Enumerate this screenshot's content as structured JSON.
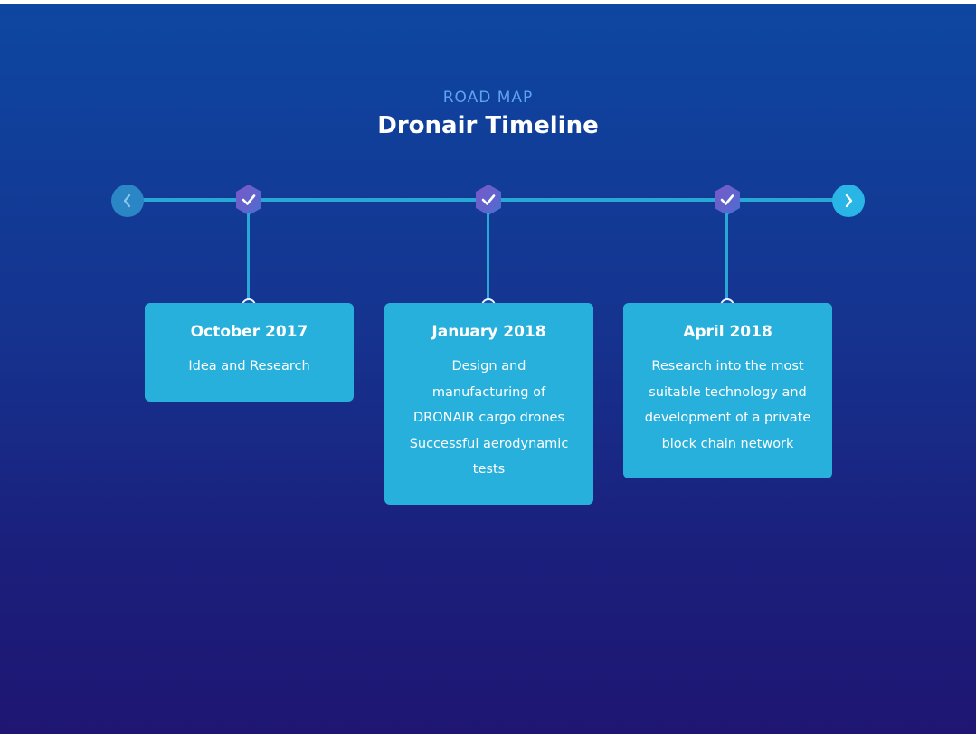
{
  "header": {
    "eyebrow": "ROAD MAP",
    "title": "Dronair Timeline"
  },
  "navigation": {
    "prev_icon": "chevron-left-icon",
    "next_icon": "chevron-right-icon"
  },
  "milestones": [
    {
      "date": "October 2017",
      "description": "Idea and Research",
      "icon": "check-hexagon-icon"
    },
    {
      "date": "January 2018",
      "description": "Design and manufacturing of DRONAIR cargo drones Successful aerodynamic tests",
      "icon": "check-hexagon-icon"
    },
    {
      "date": "April 2018",
      "description": "Research into the most suitable technology and development of a private block chain network",
      "icon": "check-hexagon-icon"
    }
  ],
  "colors": {
    "background_top": "#0d47a1",
    "background_bottom": "#1e1672",
    "accent": "#27b0dc",
    "eyebrow": "#5fa3f0",
    "hexagon": "#6c5bbf"
  }
}
